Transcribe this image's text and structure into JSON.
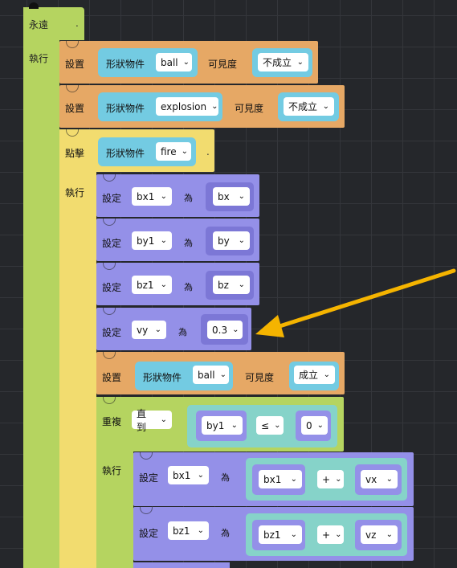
{
  "colors": {
    "green": "#b5d460",
    "orange": "#e6a865",
    "yellow": "#f2dc6f",
    "purple": "#9490e8",
    "cyan": "#73cbe2",
    "teal": "#86d3c9",
    "arrow": "#f5b400"
  },
  "forever": {
    "label": "永遠",
    "do_label": "執行"
  },
  "set_ball": {
    "label": "設置",
    "shape_label": "形狀物件",
    "object": "ball",
    "vis_label": "可見度",
    "value": "不成立"
  },
  "set_explosion": {
    "label": "設置",
    "shape_label": "形狀物件",
    "object": "explosion",
    "vis_label": "可見度",
    "value": "不成立"
  },
  "on_tap": {
    "label": "點擊",
    "shape_label": "形狀物件",
    "object": "fire",
    "do_label": "執行",
    "dot": "."
  },
  "assigns": [
    {
      "label": "設定",
      "var": "bx1",
      "as": "為",
      "value": "bx"
    },
    {
      "label": "設定",
      "var": "by1",
      "as": "為",
      "value": "by"
    },
    {
      "label": "設定",
      "var": "bz1",
      "as": "為",
      "value": "bz"
    },
    {
      "label": "設定",
      "var": "vy",
      "as": "為",
      "value": "0.3"
    }
  ],
  "set_ball_visible": {
    "label": "設置",
    "shape_label": "形狀物件",
    "object": "ball",
    "vis_label": "可見度",
    "value": "成立"
  },
  "repeat": {
    "label": "重複",
    "mode": "直到",
    "left": "by1",
    "op": "≤",
    "right": "0",
    "do_label": "執行"
  },
  "inner_assigns": [
    {
      "label": "設定",
      "var": "bx1",
      "as": "為",
      "a": "bx1",
      "op": "+",
      "b": "vx"
    },
    {
      "label": "設定",
      "var": "bz1",
      "as": "為",
      "a": "bz1",
      "op": "+",
      "b": "vz"
    }
  ],
  "icons": {
    "dropdown": "chevron-down-icon",
    "annotation": "arrow-pointer-icon"
  }
}
